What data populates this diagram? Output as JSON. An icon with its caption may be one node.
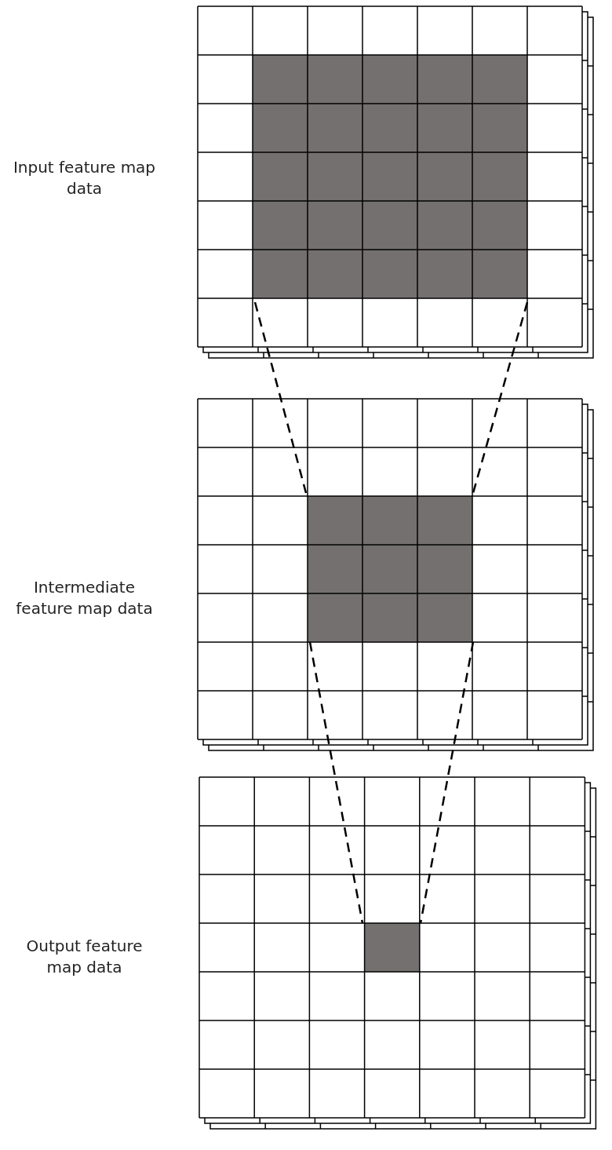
{
  "diagram": {
    "labels": [
      "Input feature map data",
      "Intermediate feature map data",
      "Output feature map data"
    ]
  }
}
